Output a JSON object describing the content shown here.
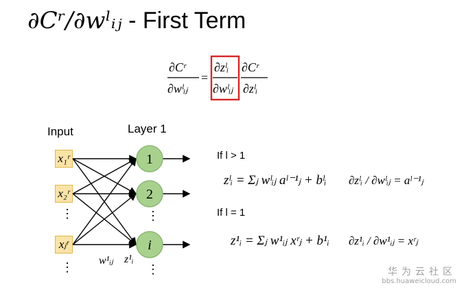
{
  "title": {
    "math": "∂Cʳ/∂wˡᵢⱼ",
    "text": "- First Term"
  },
  "main_equation": {
    "lhs_num": "∂Cʳ",
    "lhs_den": "∂wˡᵢⱼ",
    "boxed_num": "∂zˡᵢ",
    "boxed_den": "∂wˡᵢⱼ",
    "rhs_num": "∂Cʳ",
    "rhs_den": "∂zˡᵢ",
    "box_color": "#d62728"
  },
  "network": {
    "input_label": "Input",
    "layer_label": "Layer 1",
    "inputs": [
      "x₁ʳ",
      "x₂ʳ",
      "xⱼʳ"
    ],
    "neurons": [
      "1",
      "2",
      "i"
    ],
    "weight_label": "w¹ᵢⱼ",
    "z_label": "z¹ᵢ",
    "node_color": "#a9d18e",
    "input_color": "#fbe3a7"
  },
  "case1": {
    "condition": "If l > 1",
    "eq1": "zˡᵢ = Σⱼ wˡᵢⱼ aˡ⁻¹ⱼ + bˡᵢ",
    "eq2": "∂zˡᵢ / ∂wˡᵢⱼ = aˡ⁻¹ⱼ"
  },
  "case2": {
    "condition": "If l = 1",
    "eq1": "z¹ᵢ = Σⱼ w¹ᵢⱼ xʳⱼ + b¹ᵢ",
    "eq2": "∂z¹ᵢ / ∂w¹ᵢⱼ = xʳⱼ"
  },
  "watermark": {
    "brand": "华为云社区",
    "url": "bbs.huaweicloud.com"
  }
}
